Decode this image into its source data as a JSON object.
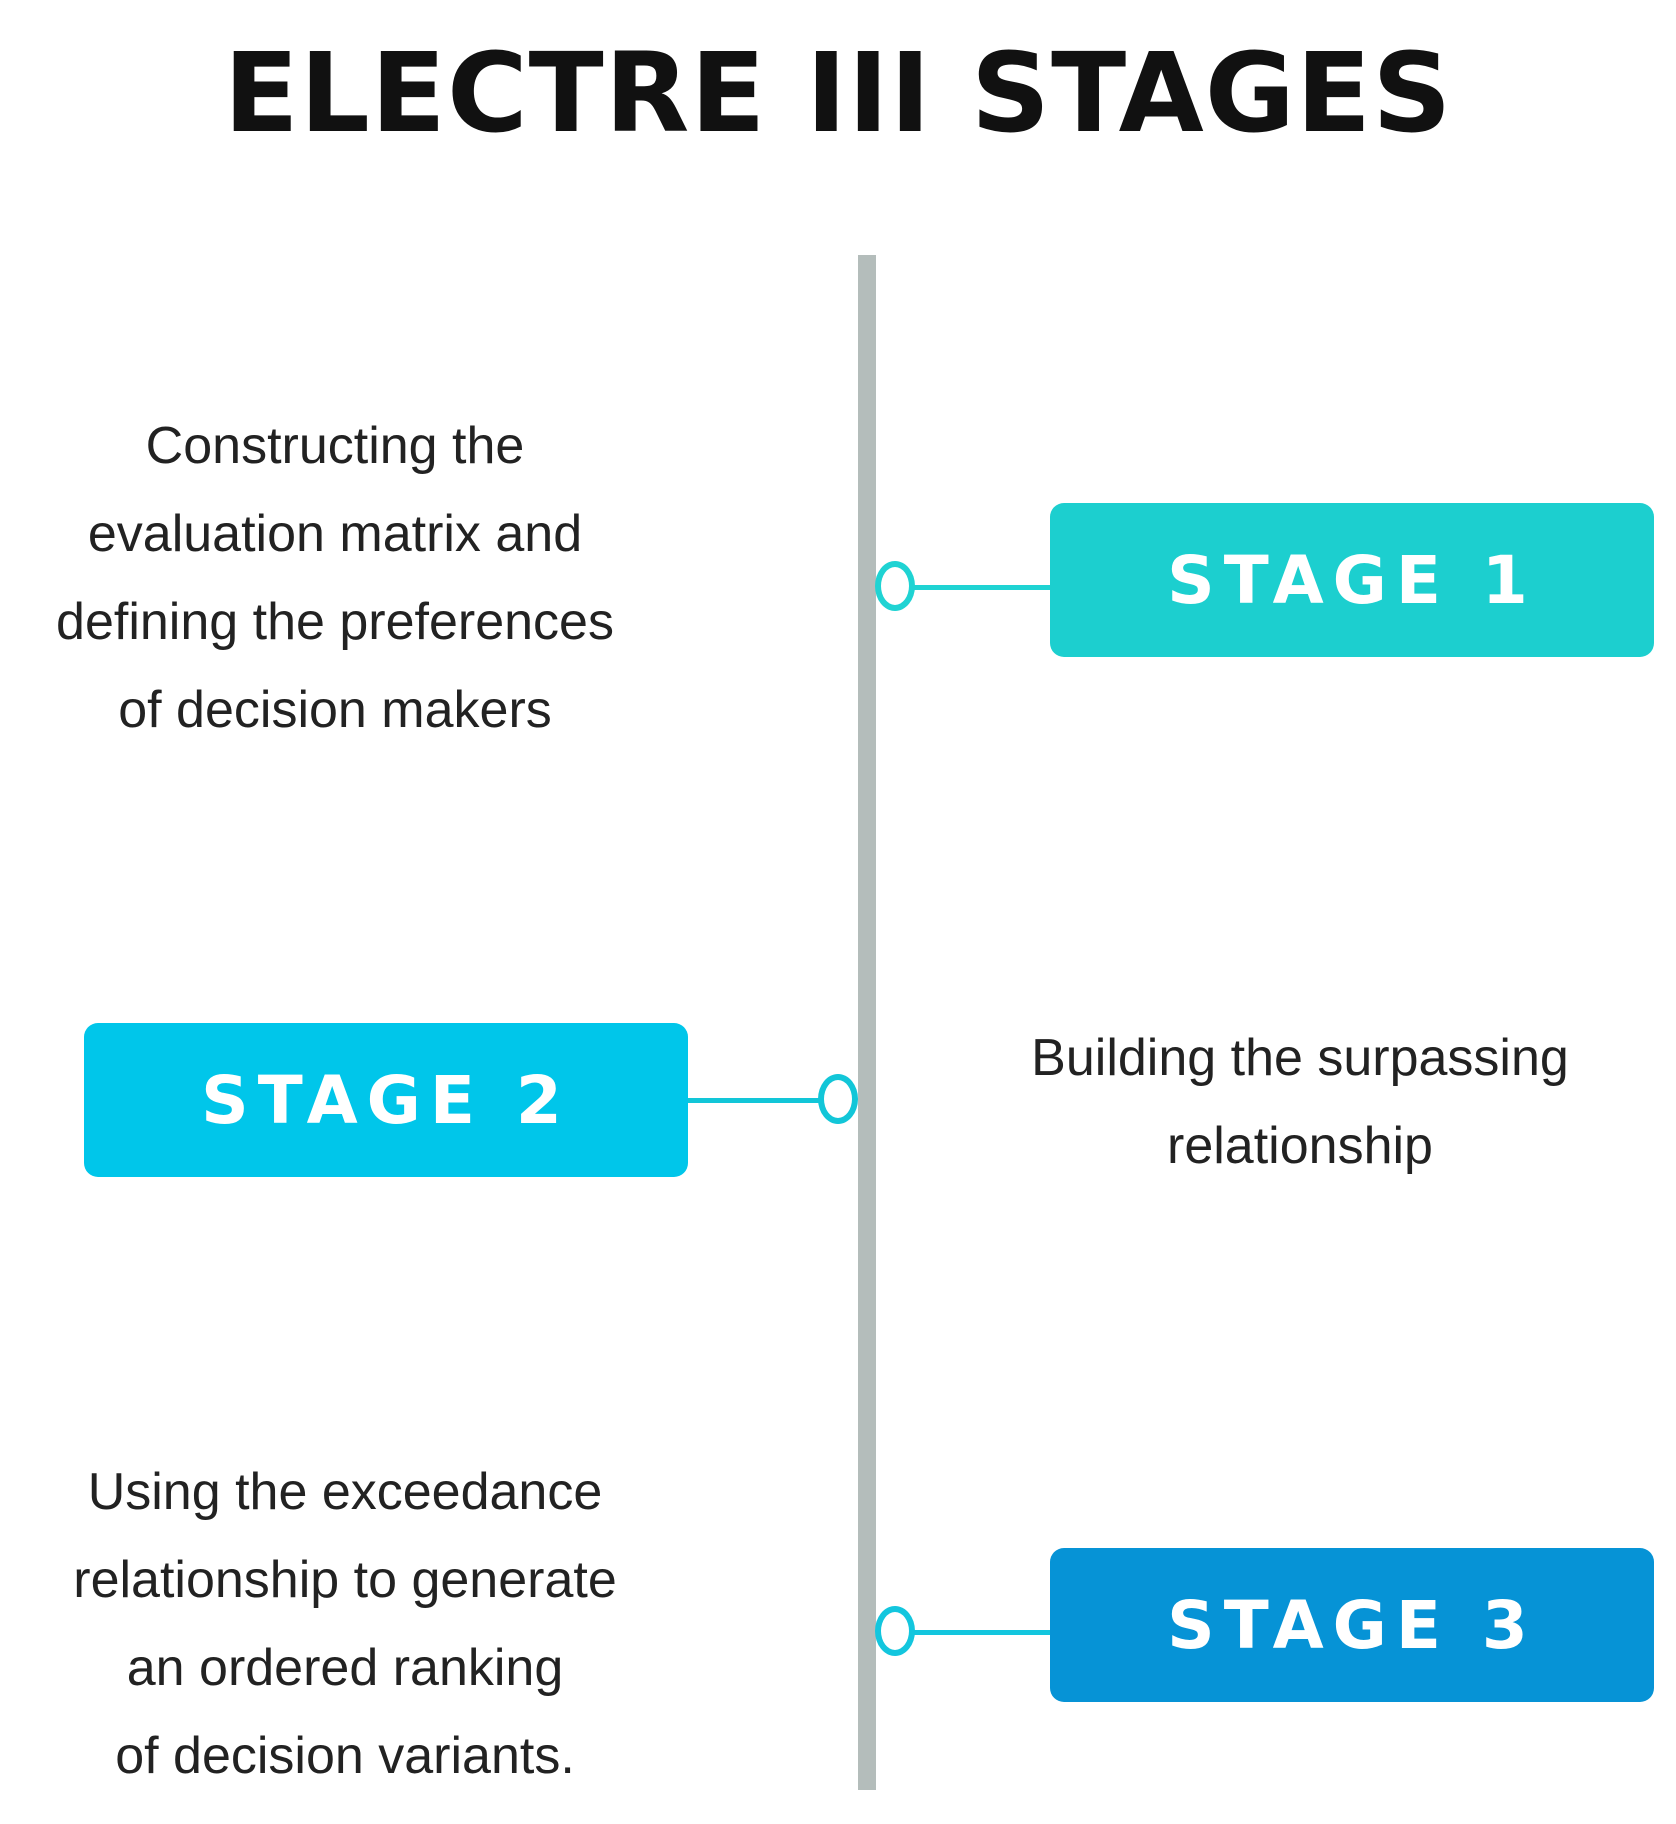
{
  "title": "ELECTRE III STAGES",
  "colors": {
    "axis": "#b4bdbb",
    "stage1": "#1ccfcf",
    "stage2": "#00c6ea",
    "stage3": "#0693d6",
    "connector1": "#1fd3d3",
    "connector2": "#12c6d8",
    "connector3": "#13c6de"
  },
  "stages": [
    {
      "label": "STAGE 1",
      "description": [
        "Constructing the",
        "evaluation matrix and",
        "defining the preferences",
        "of decision makers"
      ]
    },
    {
      "label": "STAGE 2",
      "description": [
        "Building the surpassing",
        "relationship"
      ]
    },
    {
      "label": "STAGE 3",
      "description": [
        "Using the exceedance",
        "relationship to generate",
        "an ordered ranking",
        "of decision variants."
      ]
    }
  ]
}
